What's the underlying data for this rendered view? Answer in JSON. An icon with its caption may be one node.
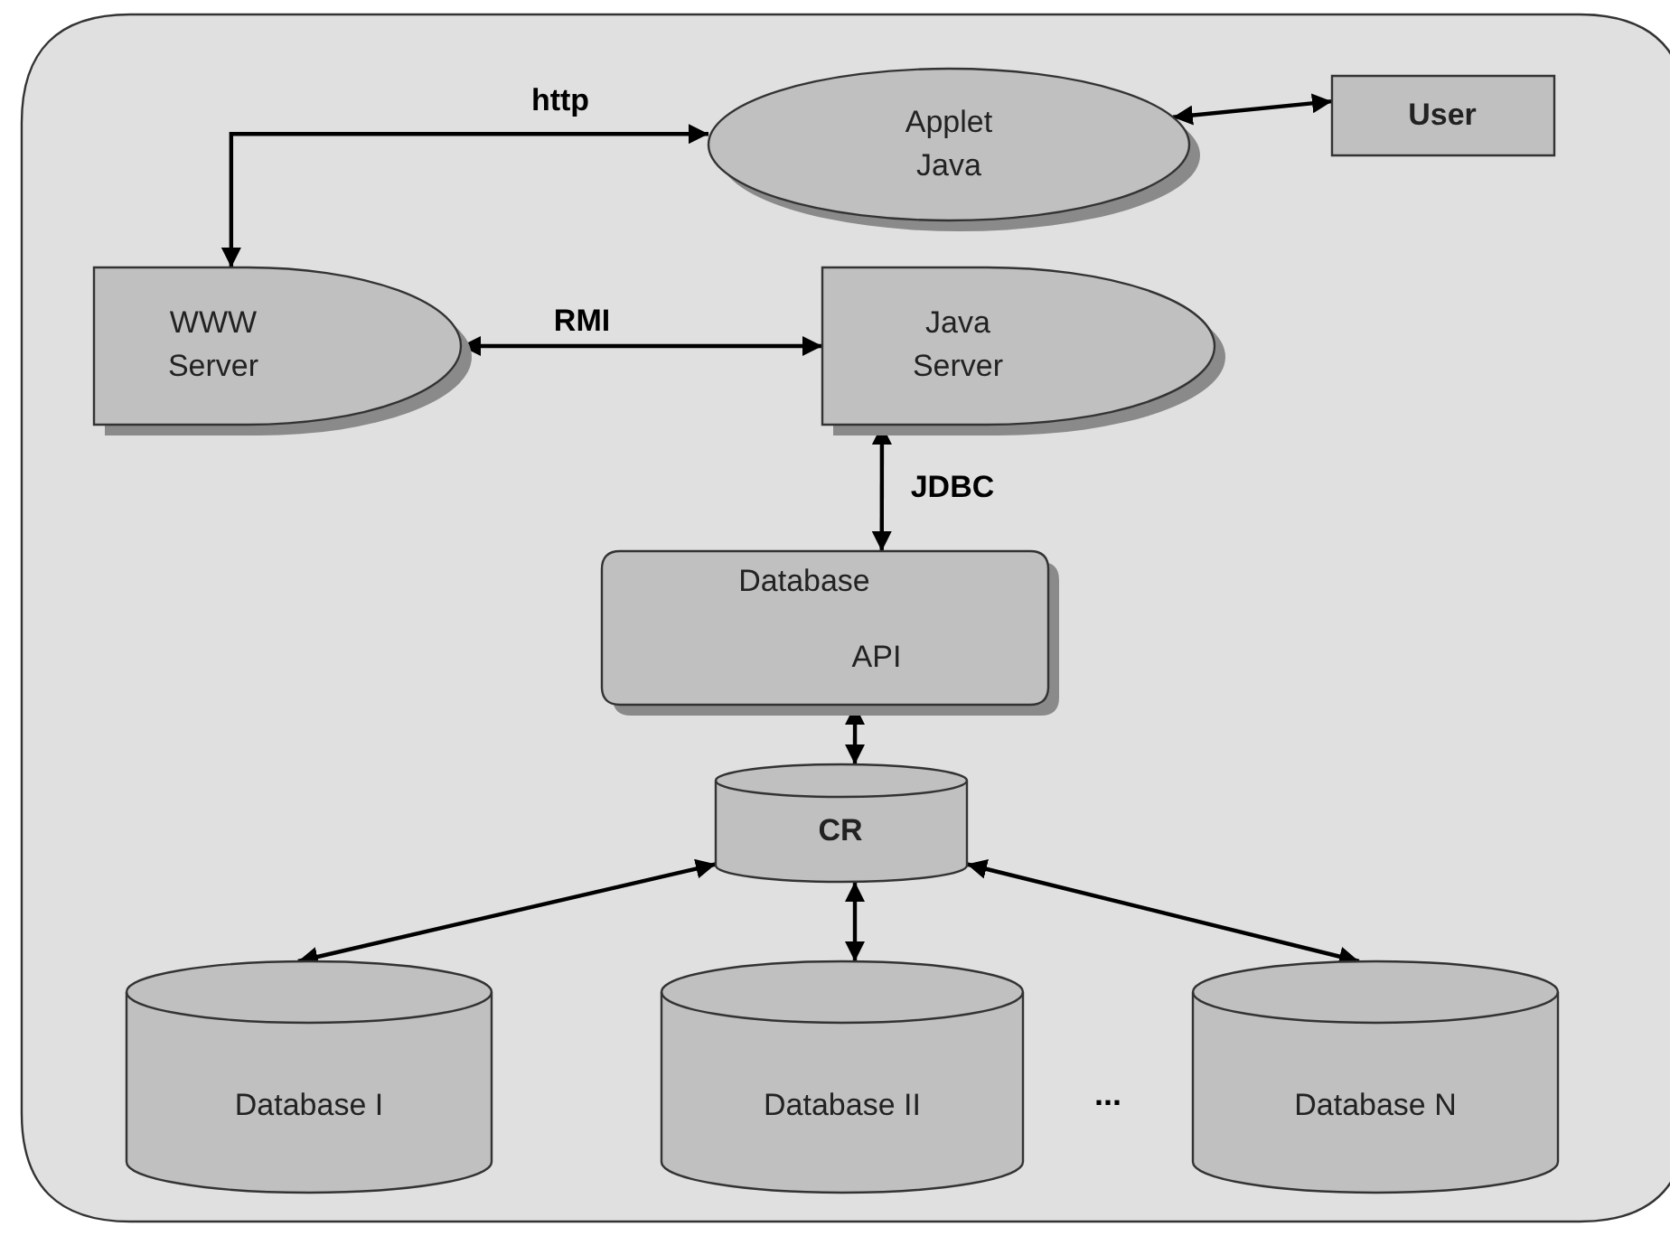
{
  "diagram": {
    "nodes": [
      {
        "text": [],
        "shape": "box"
      },
      {
        "text": [
          "Applet Java"
        ],
        "in": 0
      },
      {
        "text": [
          "User"
        ],
        "in": 0
      },
      {
        "text": [
          "WWW Server"
        ],
        "in": 0
      },
      {
        "text": [
          "Java Server"
        ],
        "in": 0
      },
      {
        "text": [
          "Database",
          "API"
        ],
        "in": 0
      },
      {
        "text": [
          "CR"
        ],
        "in": 0
      },
      {
        "text": [
          "Database I"
        ],
        "in": 0
      },
      {
        "text": [
          "Database II"
        ],
        "in": 0
      },
      {
        "text": [
          "Database N"
        ],
        "in": 0
      }
    ],
    "edges": [
      {
        "from": 3,
        "to": 1,
        "arrow": "both",
        "label": "http"
      },
      {
        "from": 1,
        "to": 2,
        "arrow": "both"
      },
      {
        "from": 3,
        "to": 4,
        "arrow": "both",
        "label": "RMI"
      },
      {
        "from": 4,
        "to": 5,
        "arrow": "both",
        "label": "JDBC"
      },
      {
        "from": 5,
        "to": 6,
        "arrow": "both"
      },
      {
        "from": 6,
        "to": 7,
        "arrow": "both"
      },
      {
        "from": 6,
        "to": 8,
        "arrow": "both"
      },
      {
        "from": 6,
        "to": 9,
        "arrow": "both"
      }
    ],
    "labels": [
      "..."
    ]
  }
}
